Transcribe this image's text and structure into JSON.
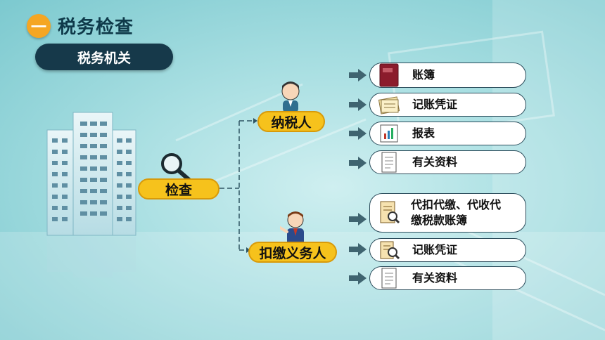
{
  "heading": {
    "number": "一",
    "title": "税务检查"
  },
  "subheading": "税务机关",
  "center_node": "检查",
  "branches": [
    {
      "label": "纳税人",
      "items": [
        {
          "label": "账簿",
          "icon": "ledger-book-icon"
        },
        {
          "label": "记账凭证",
          "icon": "voucher-stack-icon"
        },
        {
          "label": "报表",
          "icon": "report-chart-icon"
        },
        {
          "label": "有关资料",
          "icon": "document-icon"
        }
      ]
    },
    {
      "label": "扣缴义务人",
      "items": [
        {
          "label": "代扣代缴、代收代缴税款账簿",
          "line1": "代扣代缴、代收代",
          "line2": "缴税款账簿",
          "icon": "receipt-search-icon"
        },
        {
          "label": "记账凭证",
          "icon": "notebook-search-icon"
        },
        {
          "label": "有关资料",
          "icon": "document-icon"
        }
      ]
    }
  ],
  "colors": {
    "accent": "#f6c21c",
    "dark": "#16394a",
    "bg": "#a9dfe2",
    "orange": "#f5a623"
  }
}
